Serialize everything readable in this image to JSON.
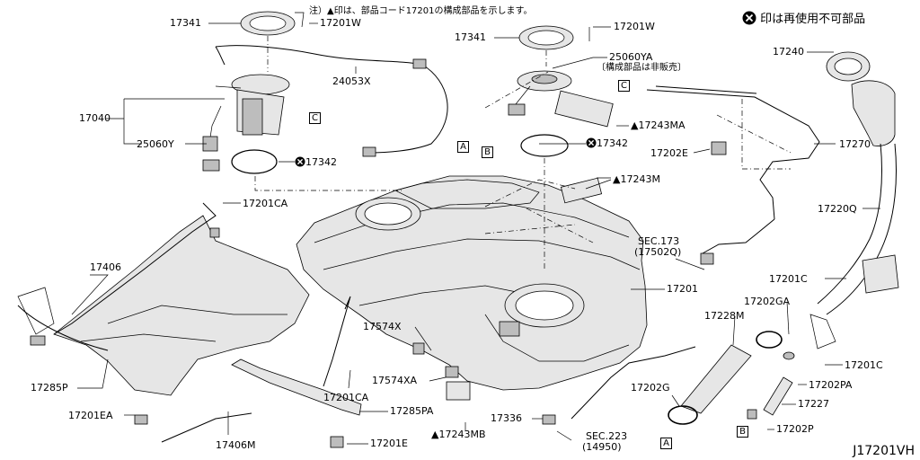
{
  "note": "注）▲印は、部品コード17201の構成部品を示します。",
  "legend": "印は再使用不可部品",
  "legend_icon": "x-circle-icon",
  "diagram_code": "J17201VH",
  "refs": [
    "A",
    "B",
    "C"
  ],
  "labels": {
    "p17341a": "17341",
    "p17201w_a": "17201W",
    "p17341b": "17341",
    "p17201w_b": "17201W",
    "p25060ya": "25060YA",
    "p25060ya_note": "〔構成部品は非販売〕",
    "p17240": "17240",
    "p24053x": "24053X",
    "p17040": "17040",
    "p25060y": "25060Y",
    "p17342a": "17342",
    "p17243ma": "▲17243MA",
    "p17342b": "17342",
    "p17202e": "17202E",
    "p17270": "17270",
    "p17243m": "▲17243M",
    "p17220q": "17220Q",
    "p17201ca_a": "17201CA",
    "sec173": "SEC.173",
    "sec173b": "(17502Q)",
    "p17406": "17406",
    "p17201": "17201",
    "p17201c_a": "17201C",
    "p17202ga": "17202GA",
    "p17228m": "17228M",
    "p17574x": "17574X",
    "p17285p": "17285P",
    "p17574xa": "17574XA",
    "p17201c_b": "17201C",
    "p17201ca_b": "17201CA",
    "p17202pa": "17202PA",
    "p17202g": "17202G",
    "p17227": "17227",
    "p17201ea": "17201EA",
    "p17285pa": "17285PA",
    "p17336": "17336",
    "sec223": "SEC.223",
    "sec223b": "(14950)",
    "p17202p": "17202P",
    "p17243mb": "▲17243MB",
    "p17201e": "17201E",
    "p17406m": "17406M"
  }
}
